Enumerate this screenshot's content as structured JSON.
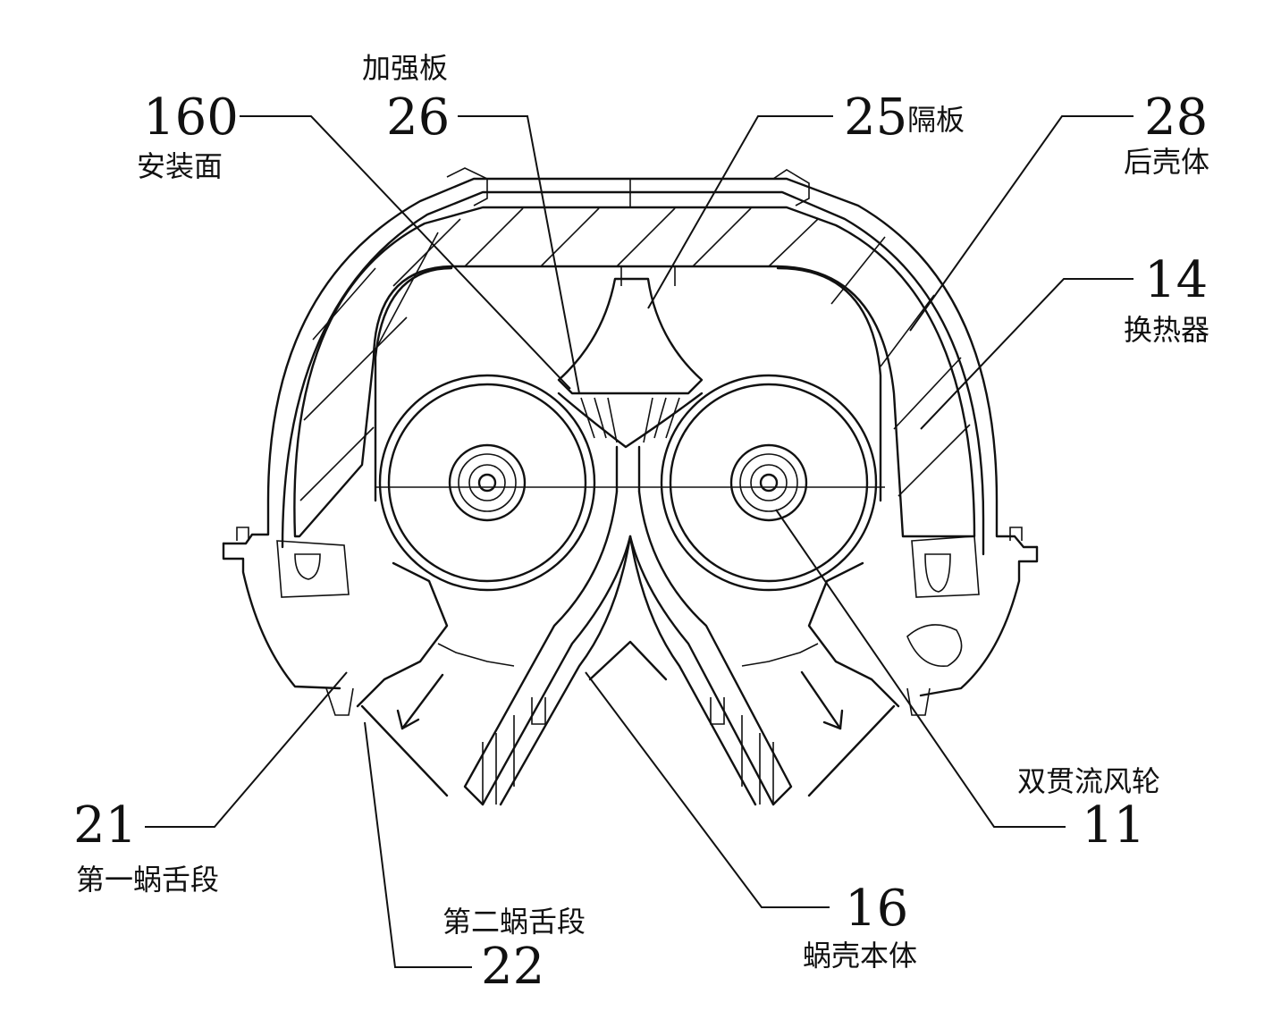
{
  "labels": {
    "l160": {
      "num": "160",
      "text": "安装面"
    },
    "l26": {
      "num": "26",
      "text": "加强板"
    },
    "l25": {
      "num": "25",
      "text": "隔板"
    },
    "l28": {
      "num": "28",
      "text": "后壳体"
    },
    "l14": {
      "num": "14",
      "text": "换热器"
    },
    "l11": {
      "num": "11",
      "text": "双贯流风轮"
    },
    "l21": {
      "num": "21",
      "text": "第一蜗舌段"
    },
    "l22": {
      "num": "22",
      "text": "第二蜗舌段"
    },
    "l16": {
      "num": "16",
      "text": "蜗壳本体"
    }
  },
  "colors": {
    "line": "#111111",
    "background": "#ffffff"
  }
}
